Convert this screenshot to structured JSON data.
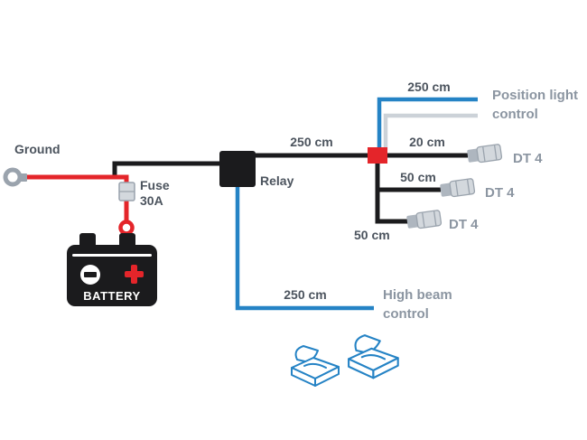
{
  "colors": {
    "wire_black": "#1b1b1d",
    "wire_red": "#e4252a",
    "wire_blue": "#2583c5",
    "wire_gray": "#ccd2d8",
    "metal_gray": "#9aa3ad",
    "fuse_fill": "#d3d8dd",
    "label_dark": "#4c545e",
    "label_gray": "#8b95a1",
    "tap_blue": "#2583c5"
  },
  "labels": {
    "ground": "Ground",
    "fuse_line1": "Fuse",
    "fuse_line2": "30A",
    "battery": "BATTERY",
    "relay": "Relay",
    "wire_main": "250 cm",
    "wire_position": "250 cm",
    "position_line1": "Position light",
    "position_line2": "control",
    "wire_dt1": "20 cm",
    "wire_dt2": "50 cm",
    "wire_dt3": "50 cm",
    "dt4_1": "DT 4",
    "dt4_2": "DT 4",
    "dt4_3": "DT 4",
    "wire_highbeam": "250 cm",
    "highbeam_line1": "High beam",
    "highbeam_line2": "control"
  }
}
